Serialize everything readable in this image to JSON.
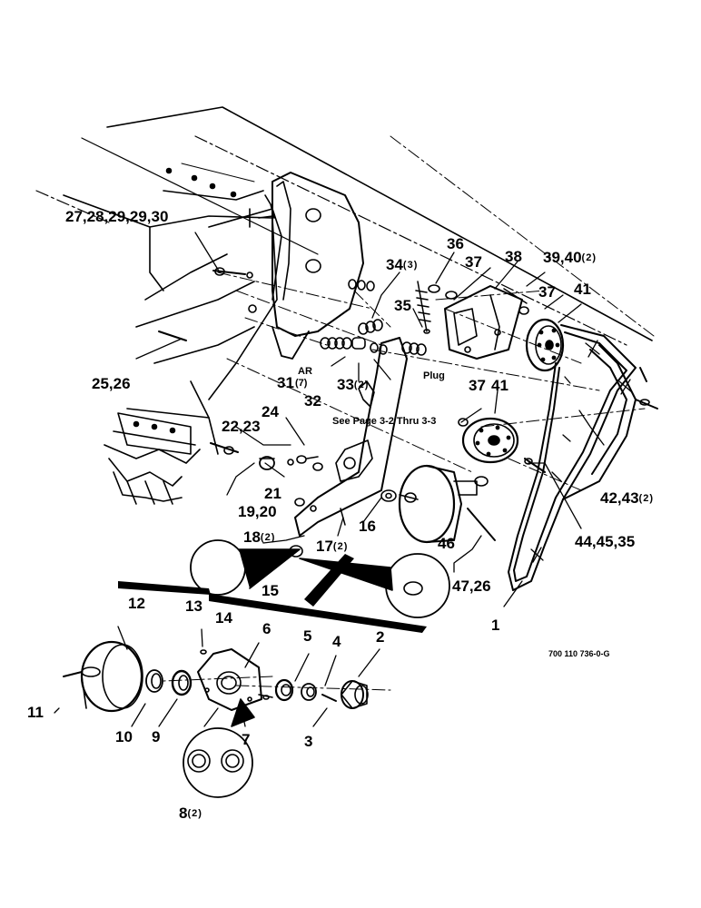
{
  "diagram": {
    "figure_number": "700 110 736-0-G",
    "note": "See Page 3-2 Thru 3-3",
    "plug_label": "Plug",
    "ar_label": "AR",
    "callouts": [
      {
        "id": "c27",
        "num": "27,28,29,29,30",
        "qty": ""
      },
      {
        "id": "c36",
        "num": "36",
        "qty": ""
      },
      {
        "id": "c38",
        "num": "38",
        "qty": ""
      },
      {
        "id": "c3940",
        "num": "39,40",
        "qty": "(2)"
      },
      {
        "id": "c34",
        "num": "34",
        "qty": "(3)"
      },
      {
        "id": "c37a",
        "num": "37",
        "qty": ""
      },
      {
        "id": "c37b",
        "num": "37",
        "qty": ""
      },
      {
        "id": "c41a",
        "num": "41",
        "qty": ""
      },
      {
        "id": "c35",
        "num": "35",
        "qty": ""
      },
      {
        "id": "c2526",
        "num": "25,26",
        "qty": ""
      },
      {
        "id": "c31",
        "num": "31",
        "qty": "(7)"
      },
      {
        "id": "c33",
        "num": "33",
        "qty": "(2)"
      },
      {
        "id": "c32",
        "num": "32",
        "qty": ""
      },
      {
        "id": "c37c",
        "num": "37",
        "qty": ""
      },
      {
        "id": "c41b",
        "num": "41",
        "qty": ""
      },
      {
        "id": "c24",
        "num": "24",
        "qty": ""
      },
      {
        "id": "c2223",
        "num": "22,23",
        "qty": ""
      },
      {
        "id": "c4243",
        "num": "42,43",
        "qty": "(2)"
      },
      {
        "id": "c21",
        "num": "21",
        "qty": ""
      },
      {
        "id": "c1920",
        "num": "19,20",
        "qty": ""
      },
      {
        "id": "c444535",
        "num": "44,45,35",
        "qty": ""
      },
      {
        "id": "c16",
        "num": "16",
        "qty": ""
      },
      {
        "id": "c18",
        "num": "18",
        "qty": "(2)"
      },
      {
        "id": "c17",
        "num": "17",
        "qty": "(2)"
      },
      {
        "id": "c46",
        "num": "46",
        "qty": ""
      },
      {
        "id": "c13",
        "num": "13",
        "qty": ""
      },
      {
        "id": "c15",
        "num": "15",
        "qty": ""
      },
      {
        "id": "c4726",
        "num": "47,26",
        "qty": ""
      },
      {
        "id": "c1",
        "num": "1",
        "qty": ""
      },
      {
        "id": "c12",
        "num": "12",
        "qty": ""
      },
      {
        "id": "c14",
        "num": "14",
        "qty": ""
      },
      {
        "id": "c6",
        "num": "6",
        "qty": ""
      },
      {
        "id": "c5",
        "num": "5",
        "qty": ""
      },
      {
        "id": "c4",
        "num": "4",
        "qty": ""
      },
      {
        "id": "c2",
        "num": "2",
        "qty": ""
      },
      {
        "id": "c11",
        "num": "11",
        "qty": ""
      },
      {
        "id": "c10",
        "num": "10",
        "qty": ""
      },
      {
        "id": "c9",
        "num": "9",
        "qty": ""
      },
      {
        "id": "c7",
        "num": "7",
        "qty": ""
      },
      {
        "id": "c3",
        "num": "3",
        "qty": ""
      },
      {
        "id": "c8",
        "num": "8",
        "qty": "(2)"
      }
    ]
  }
}
